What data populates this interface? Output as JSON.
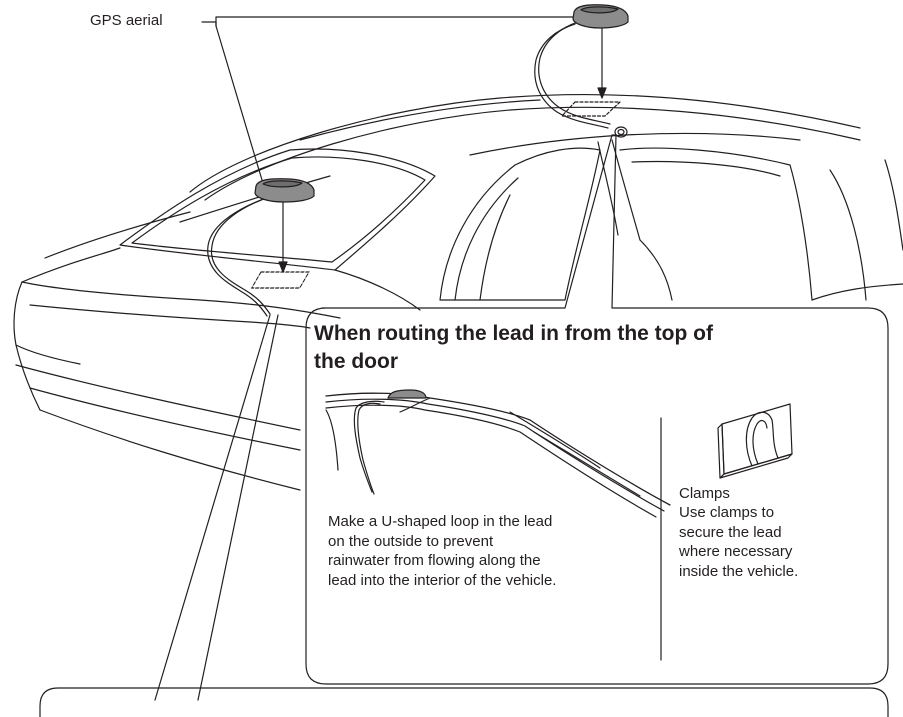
{
  "labels": {
    "gps_aerial": "GPS aerial"
  },
  "door_panel": {
    "title_line1": "When routing the lead in from the top of",
    "title_line2": "the door",
    "loop_text": [
      "Make a U-shaped loop in the lead",
      "on the outside to prevent",
      "rainwater from flowing along the",
      "lead into the interior of the vehicle."
    ],
    "clamps_title": "Clamps",
    "clamps_text": [
      "Use clamps to",
      "secure the lead",
      "where necessary",
      "inside the vehicle."
    ]
  },
  "colors": {
    "line": "#231f20",
    "aerial_fill": "#8c8c8c",
    "aerial_top": "#6e6e6e"
  }
}
